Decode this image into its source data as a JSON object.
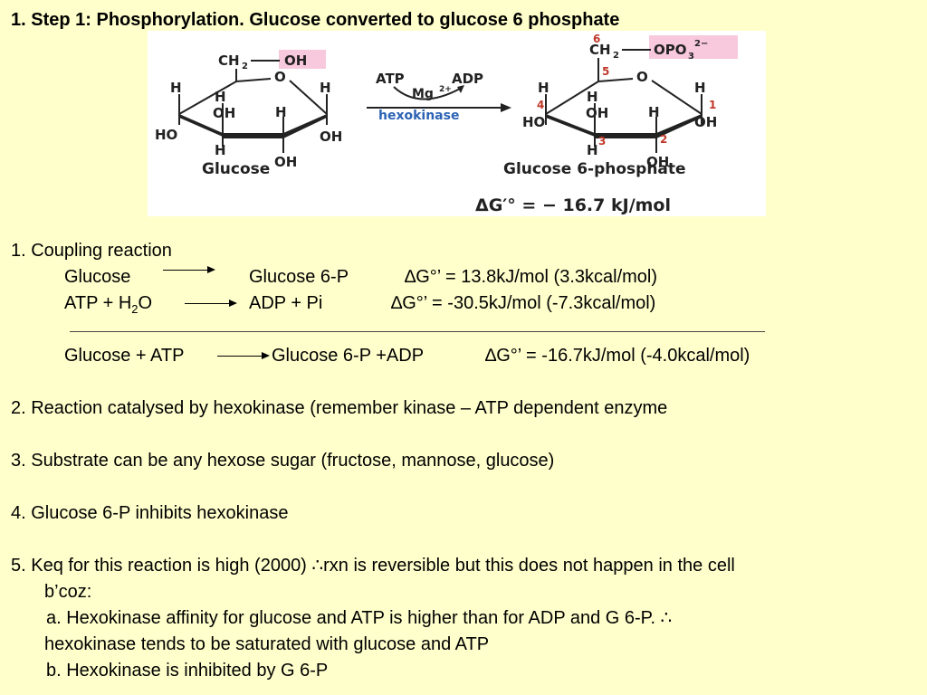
{
  "title": "1.   Step 1:  Phosphorylation.  Glucose converted to glucose 6 phosphate",
  "figure": {
    "left": {
      "ch2": "CH",
      "ch2sub": "2",
      "oh_top": "OH",
      "o": "O",
      "h1": "H",
      "h2": "H",
      "h3": "H",
      "h4": "H",
      "h5": "H",
      "ho_left": "HO",
      "oh_mid": "OH",
      "oh_right": "OH",
      "oh_bottom": "OH",
      "name": "Glucose"
    },
    "arrow": {
      "atp": "ATP",
      "adp": "ADP",
      "mg": "Mg",
      "mg_sup": "2+",
      "enzyme": "hexokinase"
    },
    "right": {
      "ch2": "CH",
      "ch2sub": "2",
      "opo": "OPO",
      "opo_sub": "3",
      "opo_sup": "2−",
      "o": "O",
      "h1": "H",
      "h2": "H",
      "h3": "H",
      "h4": "H",
      "h5": "H",
      "ho_left": "HO",
      "oh_mid": "OH",
      "oh_right": "OH",
      "oh_bottom": "OH",
      "n1": "1",
      "n2": "2",
      "n3": "3",
      "n4": "4",
      "n5": "5",
      "n6": "6",
      "name": "Glucose 6-phosphate"
    },
    "dg": "ΔG′° = − 16.7 kJ/mol"
  },
  "coupling": {
    "heading": "1.   Coupling reaction",
    "r1_left": "Glucose",
    "r1_right": "Glucose 6-P",
    "r1_dg": "∆G°’ = 13.8kJ/mol (3.3kcal/mol)",
    "r2_left_a": "ATP + H",
    "r2_left_sub": "2",
    "r2_left_b": "O",
    "r2_right": "ADP + Pi",
    "r2_dg": "∆G°’ = -30.5kJ/mol (-7.3kcal/mol)",
    "r3_left": "Glucose + ATP",
    "r3_right": "Glucose 6-P  +ADP",
    "r3_dg": "∆G°’ = -16.7kJ/mol (-4.0kcal/mol)"
  },
  "points": {
    "p2": "2.    Reaction catalysed by hexokinase (remember kinase – ATP dependent enzyme",
    "p3": "3.   Substrate can be any hexose sugar (fructose, mannose, glucose)",
    "p4": "4.   Glucose 6-P inhibits hexokinase",
    "p5_a": "5.   Keq for this reaction is high (2000) ∴rxn is reversible but this does not happen in the cell",
    "p5_b": "b’coz:",
    "p5a_a": "a.   Hexokinase affinity for glucose and ATP is higher than for ADP and G  6-P. ∴",
    "p5a_b": "hexokinase tends to be saturated with glucose and ATP",
    "p5b": "b.   Hexokinase is inhibited by G 6-P"
  }
}
